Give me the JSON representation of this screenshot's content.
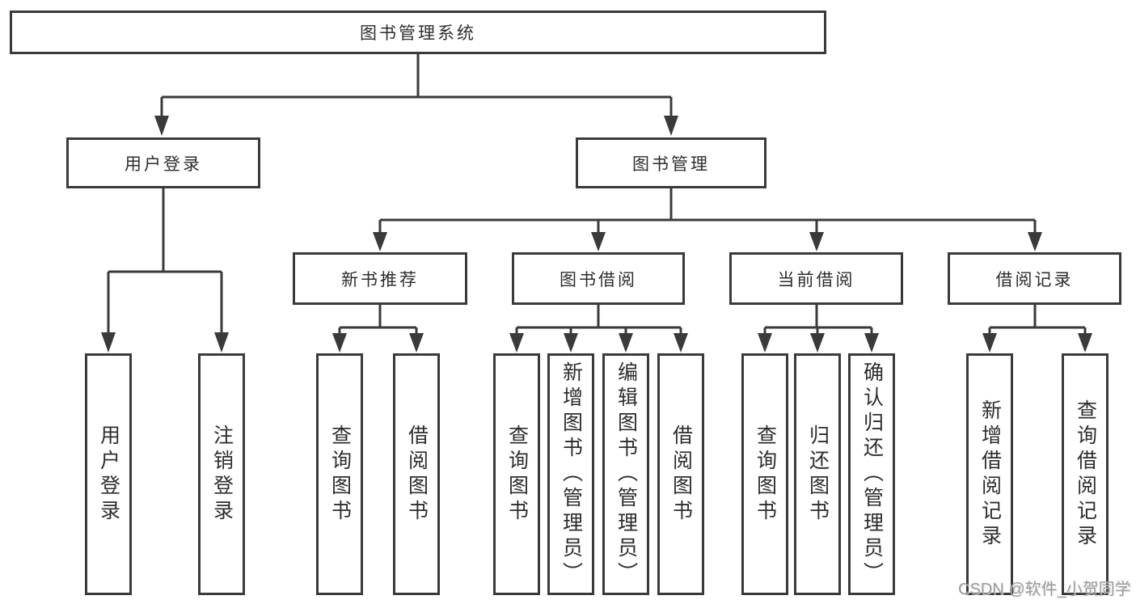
{
  "diagram_type": "tree",
  "colors": {
    "line": "#3a3a3a",
    "box_border": "#3a3a3a",
    "text": "#2d2d2d",
    "background": "#ffffff",
    "watermark": "#949494"
  },
  "tree": {
    "root": {
      "label": "图书管理系统",
      "children": [
        {
          "label": "用户登录",
          "children": [
            {
              "label": "用户登录"
            },
            {
              "label": "注销登录"
            }
          ]
        },
        {
          "label": "图书管理",
          "children": [
            {
              "label": "新书推荐",
              "children": [
                {
                  "label": "查询图书"
                },
                {
                  "label": "借阅图书"
                }
              ]
            },
            {
              "label": "图书借阅",
              "children": [
                {
                  "label": "查询图书"
                },
                {
                  "label": "新增图书（管理员）"
                },
                {
                  "label": "编辑图书（管理员）"
                },
                {
                  "label": "借阅图书"
                }
              ]
            },
            {
              "label": "当前借阅",
              "children": [
                {
                  "label": "查询图书"
                },
                {
                  "label": "归还图书"
                },
                {
                  "label": "确认归还（管理员）"
                }
              ]
            },
            {
              "label": "借阅记录",
              "children": [
                {
                  "label": "新增借阅记录"
                },
                {
                  "label": "查询借阅记录"
                }
              ]
            }
          ]
        }
      ]
    }
  },
  "watermark": {
    "text": "CSDN @软件_小贺同学"
  }
}
